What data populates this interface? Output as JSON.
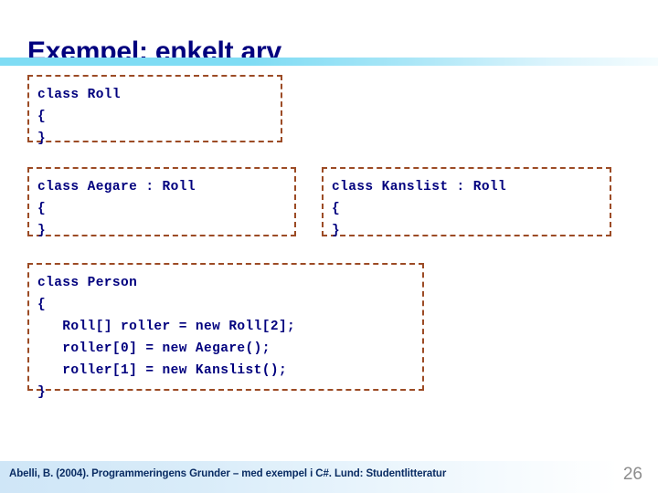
{
  "slide": {
    "title": "Exempel: enkelt arv",
    "title_color": "#00007E",
    "divider_color": "#7FDCF4",
    "background_color": "#FFFFFF"
  },
  "code_boxes": [
    {
      "id": "roll",
      "name": "class-roll",
      "border_color": "#9C4B25",
      "text_color": "#00007E",
      "code": "class Roll\n{\n}"
    },
    {
      "id": "aegare",
      "name": "class-aegare",
      "border_color": "#9C4B25",
      "text_color": "#00007E",
      "code": "class Aegare : Roll\n{\n}"
    },
    {
      "id": "kanslist",
      "name": "class-kanslist",
      "border_color": "#9C4B25",
      "text_color": "#00007E",
      "code": "class Kanslist : Roll\n{\n}"
    },
    {
      "id": "person",
      "name": "class-person",
      "border_color": "#9C4B25",
      "text_color": "#00007E",
      "code": "class Person\n{\n   Roll[] roller = new Roll[2];\n   roller[0] = new Aegare();\n   roller[1] = new Kanslist();\n}"
    }
  ],
  "footer": {
    "citation": "Abelli, B. (2004). Programmeringens Grunder – med exempel i C#. Lund: Studentlitteratur",
    "citation_color": "#0A2C63",
    "page_number": "26",
    "page_number_color": "#8C8C8C",
    "bar_color": "#CFE6F7"
  }
}
